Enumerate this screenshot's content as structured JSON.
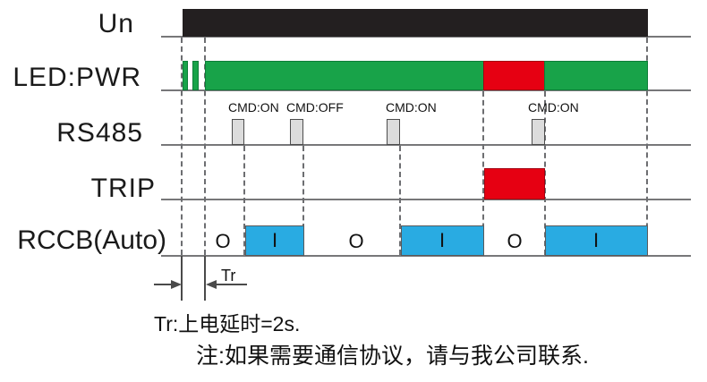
{
  "diagram": {
    "type": "timing-diagram",
    "description_visible_only": "Power-on/reclose timing diagram with five signal rows and notes"
  },
  "signals": {
    "un": {
      "label": "Un",
      "state_sequence": [
        "on"
      ]
    },
    "led_pwr": {
      "label": "LED:PWR",
      "state_sequence": [
        "blink",
        "blink",
        "green-on",
        "red",
        "green-on"
      ]
    },
    "rs485": {
      "label": "RS485",
      "events": [
        {
          "label": "CMD:ON"
        },
        {
          "label": "CMD:OFF"
        },
        {
          "label": "CMD:ON"
        },
        {
          "label": "CMD:ON"
        }
      ]
    },
    "trip": {
      "label": "TRIP",
      "state_sequence": [
        "off",
        "trip-pulse",
        "off"
      ]
    },
    "rccb": {
      "label": "RCCB(Auto)",
      "states": [
        {
          "label": "O"
        },
        {
          "label": "I"
        },
        {
          "label": "O"
        },
        {
          "label": "I"
        },
        {
          "label": "O"
        },
        {
          "label": "I"
        }
      ]
    }
  },
  "dimension": {
    "label": "Tr"
  },
  "notes": {
    "tr": "Tr:上电延时=2s.",
    "comm": "注:如果需要通信协议，请与我公司联系."
  },
  "colors": {
    "bar_black": "#231f20",
    "green": "#18a349",
    "red": "#e60012",
    "blue": "#29abe2",
    "pulse_gray": "#dcdcdc"
  }
}
